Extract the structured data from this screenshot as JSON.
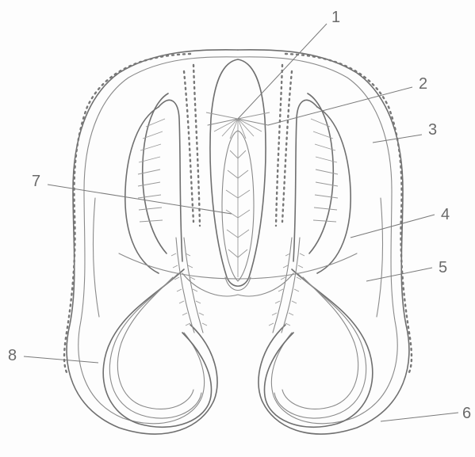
{
  "figure": {
    "labels": [
      {
        "id": "label-1",
        "text": "1"
      },
      {
        "id": "label-2",
        "text": "2"
      },
      {
        "id": "label-3",
        "text": "3"
      },
      {
        "id": "label-4",
        "text": "4"
      },
      {
        "id": "label-5",
        "text": "5"
      },
      {
        "id": "label-6",
        "text": "6"
      },
      {
        "id": "label-7",
        "text": "7"
      },
      {
        "id": "label-8",
        "text": "8"
      }
    ]
  }
}
